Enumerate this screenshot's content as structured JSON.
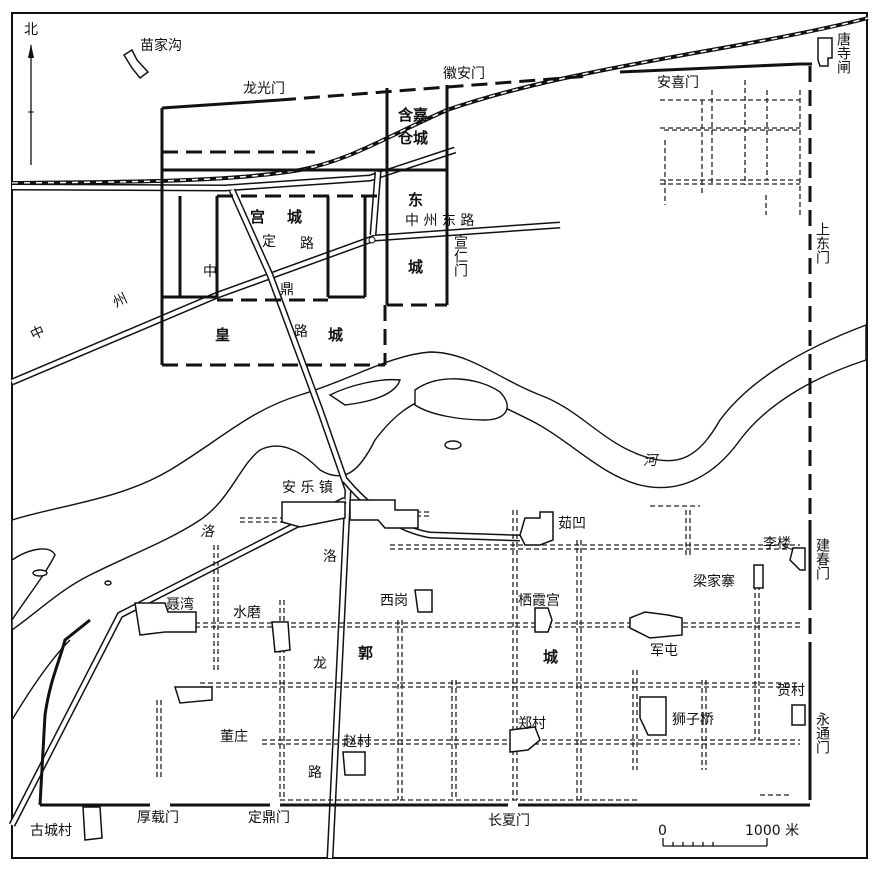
{
  "compass": {
    "north": "北"
  },
  "scale": {
    "zero": "0",
    "max": "1000 米"
  },
  "gates": {
    "longguang": "龙光门",
    "huian": "徽安门",
    "anxi": "安喜门",
    "xuanren": "宣仁门",
    "shangdong": "上东门",
    "jianchun": "建春门",
    "yongtong": "永通门",
    "houzai": "厚载门",
    "dingding": "定鼎门",
    "changxia": "长夏门"
  },
  "districts": {
    "hanjia_1": "含嘉",
    "hanjia_2": "仓城",
    "gong": "宫",
    "gong_cheng": "城",
    "dong": "东",
    "dong_cheng": "城",
    "huang": "皇",
    "huang_cheng": "城",
    "guo": "郭",
    "guo_cheng": "城"
  },
  "roads": {
    "zhongzhou_1": "中",
    "zhongzhou_2": "州",
    "zhongzhou_east": "中 州 东 路",
    "ding": "定",
    "ding_lu": "路",
    "zhong": "中",
    "ding2": "鼎",
    "ding_road_lu": "路",
    "luo": "洛",
    "long": "龙",
    "lu": "路"
  },
  "river": {
    "luo": "洛",
    "he": "河"
  },
  "villages": {
    "miaojiagou": "苗家沟",
    "tangsizha": "唐寺闸",
    "anlezhen": "安 乐 镇",
    "ruao": "茹凹",
    "lilou": "李楼",
    "liangjiazhai": "梁家寨",
    "xigang": "西岗",
    "qixiagong": "栖霞宫",
    "niewan": "聂湾",
    "shuimo": "水磨",
    "juntun": "军屯",
    "hecun": "贺村",
    "dongzhuang": "董庄",
    "zhengcun": "郑村",
    "shiziqiao": "狮子桥",
    "zhaocun": "赵村",
    "guchengcun": "古城村"
  }
}
